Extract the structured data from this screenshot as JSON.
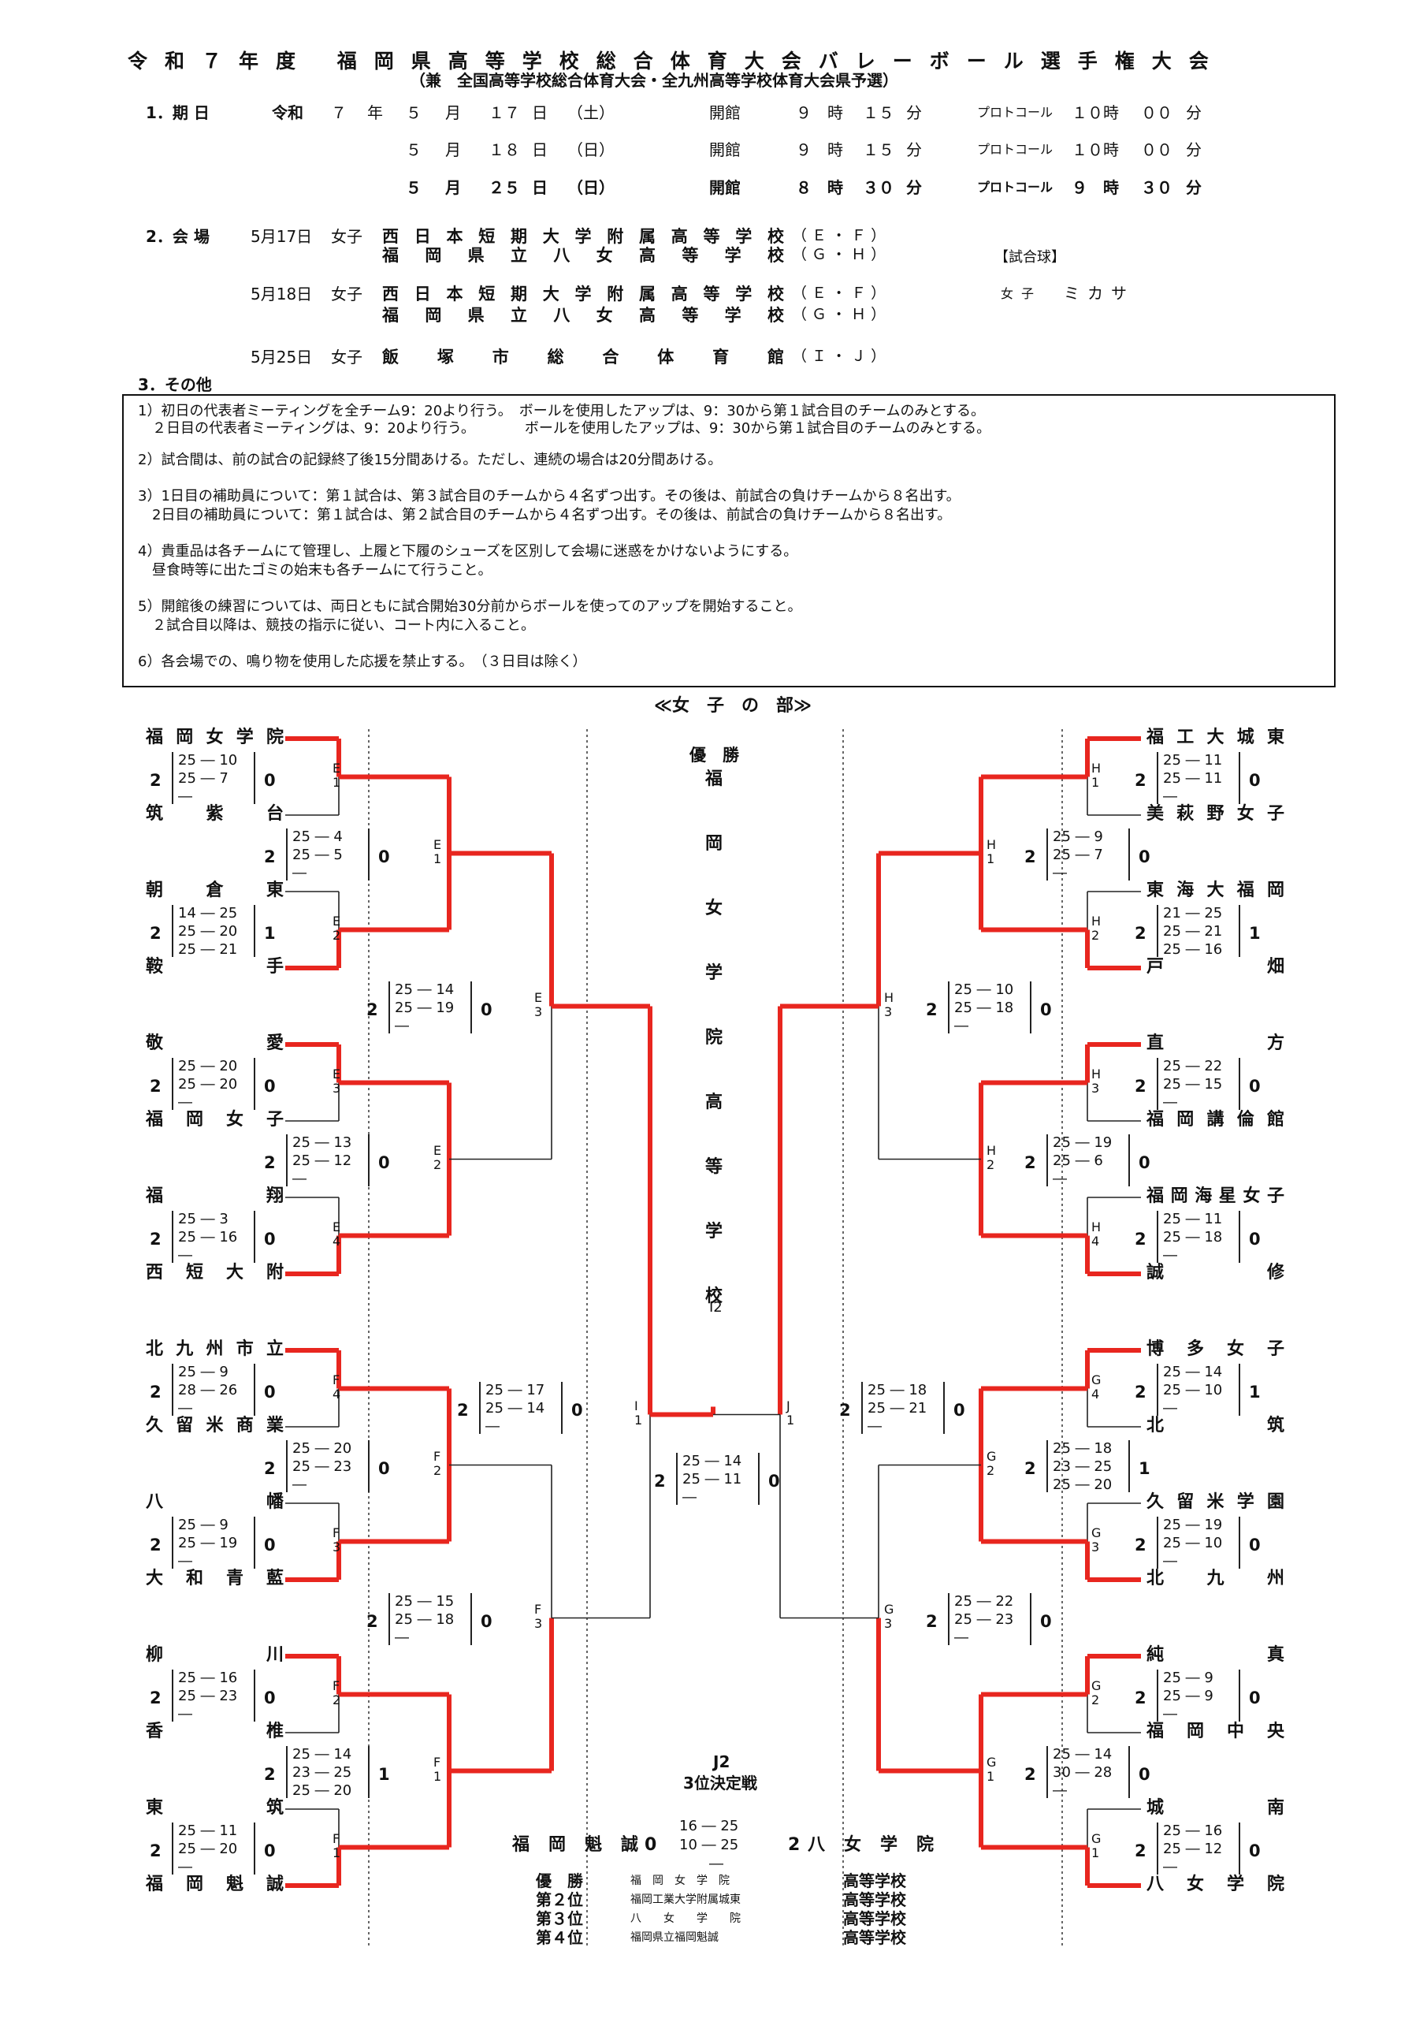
{
  "title": "令和７年度 福岡県高等学校総合体育大会バレーボール選手権大会",
  "subtitle": "（兼　全国高等学校総合体育大会・全九州高等学校体育大会県予選）",
  "schedule": {
    "label": "1．期 日",
    "era": "令和",
    "rows": [
      {
        "y": "７",
        "yu": "年",
        "m": "５",
        "mu": "月",
        "d": "１７",
        "du": "日",
        "w": "（土）",
        "open": "開館",
        "oh": "９",
        "ohu": "時",
        "om": "１５",
        "omu": "分",
        "proto": "プロトコール",
        "ph": "１０",
        "phu": "時",
        "pm": "００",
        "pmu": "分"
      },
      {
        "y": "",
        "yu": "",
        "m": "５",
        "mu": "月",
        "d": "１８",
        "du": "日",
        "w": "（日）",
        "open": "開館",
        "oh": "９",
        "ohu": "時",
        "om": "１５",
        "omu": "分",
        "proto": "プロトコール",
        "ph": "１０",
        "phu": "時",
        "pm": "００",
        "pmu": "分"
      },
      {
        "y": "",
        "yu": "",
        "m": "５",
        "mu": "月",
        "d": "２５",
        "du": "日",
        "w": "（日）",
        "open": "開館",
        "oh": "８",
        "ohu": "時",
        "om": "３０",
        "omu": "分",
        "proto": "プロトコール",
        "ph": "９",
        "phu": "時",
        "pm": "３０",
        "pmu": "分"
      }
    ]
  },
  "venues": {
    "label": "2．会 場",
    "rows": [
      {
        "date": "5月17日",
        "gender": "女子",
        "venue": "西日本短期大学附属高等学校",
        "courts": "（ Ｅ ・ Ｆ ）"
      },
      {
        "date": "",
        "gender": "",
        "venue": "福岡県立八女高等学校",
        "courts": "（ Ｇ ・ Ｈ ）"
      },
      {
        "date": "5月18日",
        "gender": "女子",
        "venue": "西日本短期大学附属高等学校",
        "courts": "（ Ｅ ・ Ｆ ）"
      },
      {
        "date": "",
        "gender": "",
        "venue": "福岡県立八女高等学校",
        "courts": "（ Ｇ ・ Ｈ ）"
      },
      {
        "date": "5月25日",
        "gender": "女子",
        "venue": "飯塚市総合体育館",
        "courts": "（ Ｉ ・ Ｊ ）"
      }
    ],
    "ball_label": "【試合球】",
    "ball_gender": "女子",
    "ball_brand": "ミカサ"
  },
  "other_label": "3．その他",
  "notes": [
    "1）初日の代表者ミーティングを全チーム9：20より行う。　ボールを使用したアップは、9：30から第１試合目のチームのみとする。",
    "　２日目の代表者ミーティングは、9：20より行う。　　　　ボールを使用したアップは、9：30から第１試合目のチームのみとする。",
    "2）試合間は、前の試合の記録終了後15分間あける。ただし、連続の場合は20分間あける。",
    "3）1日目の補助員について：第１試合は、第３試合目のチームから４名ずつ出す。その後は、前試合の負けチームから８名出す。",
    "　2日目の補助員について：第１試合は、第２試合目のチームから４名ずつ出す。その後は、前試合の負けチームから８名出す。",
    "4）貴重品は各チームにて管理し、上履と下履のシューズを区別して会場に迷惑をかけないようにする。",
    "　昼食時等に出たゴミの始末も各チームにて行うこと。",
    "5）開館後の練習については、両日ともに試合開始30分前からボールを使ってのアップを開始すること。",
    "　２試合目以降は、競技の指示に従い、コート内に入ること。",
    "6）各会場での、鳴り物を使用した応援を禁止する。　（３日目は除く）"
  ],
  "division": "≪女　子　の　部≫",
  "champion_label": "優　勝",
  "champion_name": [
    "福",
    "岡",
    "女",
    "学",
    "院",
    "高",
    "等",
    "学",
    "校"
  ],
  "left_teams": [
    "福岡女学院",
    "筑紫台",
    "朝倉東",
    "鞍手",
    "敬愛",
    "福岡女子",
    "福翔",
    "西短大附",
    "北九州市立",
    "久留米商業",
    "八幡",
    "大和青藍",
    "柳川",
    "香椎",
    "東筑",
    "福岡魁誠"
  ],
  "right_teams": [
    "福工大城東",
    "美萩野女子",
    "東海大福岡",
    "戸畑",
    "直方",
    "福岡講倫館",
    "福岡海星女子",
    "誠修",
    "博多女子",
    "北筑",
    "久留米学園",
    "北九州",
    "純真",
    "福岡中央",
    "城南",
    "八女学院"
  ],
  "third_place": {
    "match": "J2",
    "label": "3位決定戦",
    "left": "福岡魁誠",
    "left_score": "0",
    "sets": [
      "16 ― 25",
      "10 ― 25",
      "―"
    ],
    "right_score": "2",
    "right": "八女学院"
  },
  "final_label": "I2",
  "results": [
    {
      "rank": "優　勝",
      "school": "福　岡　女　学　院",
      "suffix": "高等学校"
    },
    {
      "rank": "第２位",
      "school": "福岡工業大学附属城東",
      "suffix": "高等学校"
    },
    {
      "rank": "第３位",
      "school": "八　　女　　学　　院",
      "suffix": "高等学校"
    },
    {
      "rank": "第４位",
      "school": "福岡県立福岡魁誠",
      "suffix": "高等学校"
    }
  ],
  "matches": [
    {
      "id": "L1",
      "code": "E\n1",
      "w": "2",
      "l": "0",
      "sets": [
        "25 ― 10",
        "25 ― 7",
        "―"
      ]
    },
    {
      "id": "L2",
      "code": "E\n2",
      "w": "2",
      "l": "1",
      "sets": [
        "14 ― 25",
        "25 ― 20",
        "25 ― 21"
      ]
    },
    {
      "id": "L3",
      "code": "E\n3",
      "w": "2",
      "l": "0",
      "sets": [
        "25 ― 20",
        "25 ― 20",
        "―"
      ]
    },
    {
      "id": "L4",
      "code": "E\n4",
      "w": "2",
      "l": "0",
      "sets": [
        "25 ― 3",
        "25 ― 16",
        "―"
      ]
    },
    {
      "id": "L5",
      "code": "F\n4",
      "w": "2",
      "l": "0",
      "sets": [
        "25 ― 9",
        "28 ― 26",
        "―"
      ]
    },
    {
      "id": "L6",
      "code": "F\n3",
      "w": "2",
      "l": "0",
      "sets": [
        "25 ― 9",
        "25 ― 19",
        "―"
      ]
    },
    {
      "id": "L7",
      "code": "F\n2",
      "w": "2",
      "l": "0",
      "sets": [
        "25 ― 16",
        "25 ― 23",
        "―"
      ]
    },
    {
      "id": "L8",
      "code": "F\n1",
      "w": "2",
      "l": "0",
      "sets": [
        "25 ― 11",
        "25 ― 20",
        "―"
      ]
    },
    {
      "id": "L9",
      "code": "E\n1",
      "w": "2",
      "l": "0",
      "sets": [
        "25 ― 4",
        "25 ― 5",
        "―"
      ]
    },
    {
      "id": "L10",
      "code": "E\n2",
      "w": "2",
      "l": "0",
      "sets": [
        "25 ― 13",
        "25 ― 12",
        "―"
      ]
    },
    {
      "id": "L11",
      "code": "F\n2",
      "w": "2",
      "l": "0",
      "sets": [
        "25 ― 20",
        "25 ― 23",
        "―"
      ]
    },
    {
      "id": "L12",
      "code": "F\n1",
      "w": "2",
      "l": "1",
      "sets": [
        "25 ― 14",
        "23 ― 25",
        "25 ― 20"
      ]
    },
    {
      "id": "L13",
      "code": "E\n3",
      "w": "2",
      "l": "0",
      "sets": [
        "25 ― 14",
        "25 ― 19",
        "―"
      ]
    },
    {
      "id": "L14",
      "code": "F\n3",
      "w": "2",
      "l": "0",
      "sets": [
        "25 ― 15",
        "25 ― 18",
        "―"
      ]
    },
    {
      "id": "L15",
      "code": "I\n1",
      "w": "2",
      "l": "0",
      "sets": [
        "25 ― 17",
        "25 ― 14",
        "―"
      ]
    },
    {
      "id": "F",
      "code": "",
      "w": "2",
      "l": "0",
      "sets": [
        "25 ― 14",
        "25 ― 11",
        "―"
      ]
    },
    {
      "id": "R1",
      "code": "H\n1",
      "w": "2",
      "l": "0",
      "sets": [
        "25 ― 11",
        "25 ― 11",
        "―"
      ]
    },
    {
      "id": "R2",
      "code": "H\n2",
      "w": "2",
      "l": "1",
      "sets": [
        "21 ― 25",
        "25 ― 21",
        "25 ― 16"
      ]
    },
    {
      "id": "R3",
      "code": "H\n3",
      "w": "2",
      "l": "0",
      "sets": [
        "25 ― 22",
        "25 ― 15",
        "―"
      ]
    },
    {
      "id": "R4",
      "code": "H\n4",
      "w": "2",
      "l": "0",
      "sets": [
        "25 ― 11",
        "25 ― 18",
        "―"
      ]
    },
    {
      "id": "R5",
      "code": "G\n4",
      "w": "2",
      "l": "1",
      "sets": [
        "25 ― 14",
        "25 ― 10",
        "―"
      ]
    },
    {
      "id": "R6",
      "code": "G\n3",
      "w": "2",
      "l": "0",
      "sets": [
        "25 ― 19",
        "25 ― 10",
        "―"
      ]
    },
    {
      "id": "R7",
      "code": "G\n2",
      "w": "2",
      "l": "0",
      "sets": [
        "25 ― 9",
        "25 ― 9",
        "―"
      ]
    },
    {
      "id": "R8",
      "code": "G\n1",
      "w": "2",
      "l": "0",
      "sets": [
        "25 ― 16",
        "25 ― 12",
        "―"
      ]
    },
    {
      "id": "R9",
      "code": "H\n1",
      "w": "2",
      "l": "0",
      "sets": [
        "25 ― 9",
        "25 ― 7",
        "―"
      ]
    },
    {
      "id": "R10",
      "code": "H\n2",
      "w": "2",
      "l": "0",
      "sets": [
        "25 ― 19",
        "25 ― 6",
        "―"
      ]
    },
    {
      "id": "R11",
      "code": "G\n2",
      "w": "2",
      "l": "1",
      "sets": [
        "25 ― 18",
        "23 ― 25",
        "25 ― 20"
      ]
    },
    {
      "id": "R12",
      "code": "G\n1",
      "w": "2",
      "l": "0",
      "sets": [
        "25 ― 14",
        "30 ― 28",
        "―"
      ]
    },
    {
      "id": "R13",
      "code": "H\n3",
      "w": "2",
      "l": "0",
      "sets": [
        "25 ― 10",
        "25 ― 18",
        "―"
      ]
    },
    {
      "id": "R14",
      "code": "G\n3",
      "w": "2",
      "l": "0",
      "sets": [
        "25 ― 22",
        "25 ― 23",
        "―"
      ]
    },
    {
      "id": "R15",
      "code": "J\n1",
      "w": "2",
      "l": "0",
      "sets": [
        "25 ― 18",
        "25 ― 21",
        "―"
      ]
    }
  ]
}
